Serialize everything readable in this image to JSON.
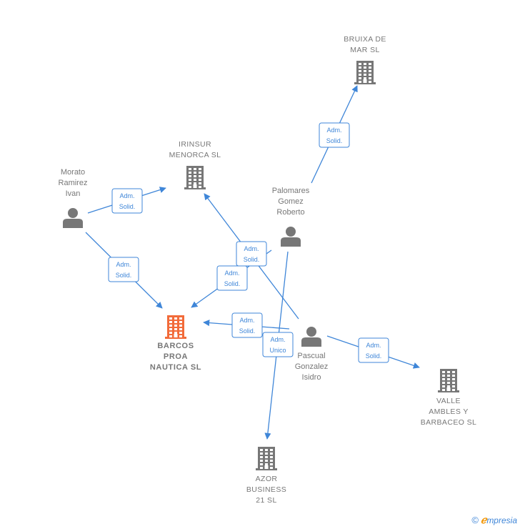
{
  "colors": {
    "edge": "#3f86d8",
    "node": "#777777",
    "focus": "#f26b3a"
  },
  "companies": [
    {
      "id": "barcos",
      "lines": [
        "BARCOS",
        "PROA",
        "NAUTICA  SL"
      ],
      "focus": true,
      "icon": "building-icon"
    },
    {
      "id": "irinsur",
      "lines": [
        "IRINSUR",
        "MENORCA  SL"
      ],
      "icon": "building-icon"
    },
    {
      "id": "bruixa",
      "lines": [
        "BRUIXA DE",
        "MAR  SL"
      ],
      "icon": "building-icon"
    },
    {
      "id": "valle",
      "lines": [
        "VALLE",
        "AMBLES Y",
        "BARBACEO SL"
      ],
      "icon": "building-icon"
    },
    {
      "id": "azor",
      "lines": [
        "AZOR",
        "BUSINESS",
        "21 SL"
      ],
      "icon": "building-icon"
    }
  ],
  "people": [
    {
      "id": "morato",
      "lines": [
        "Morato",
        "Ramirez",
        "Ivan"
      ],
      "icon": "person-icon"
    },
    {
      "id": "palomares",
      "lines": [
        "Palomares",
        "Gomez",
        "Roberto"
      ],
      "icon": "person-icon"
    },
    {
      "id": "pascual",
      "lines": [
        "Pascual",
        "Gonzalez",
        "Isidro"
      ],
      "icon": "person-icon"
    }
  ],
  "edges": [
    {
      "from": "morato",
      "to": "irinsur",
      "role": [
        "Adm.",
        "Solid."
      ]
    },
    {
      "from": "morato",
      "to": "barcos",
      "role": [
        "Adm.",
        "Solid."
      ]
    },
    {
      "from": "palomares",
      "to": "bruixa",
      "role": [
        "Adm.",
        "Solid."
      ]
    },
    {
      "from": "palomares",
      "to": "barcos",
      "role": [
        "Adm.",
        "Solid."
      ]
    },
    {
      "from": "pascual",
      "to": "irinsur",
      "role": [
        "Adm.",
        "Solid."
      ]
    },
    {
      "from": "pascual",
      "to": "barcos",
      "role": [
        "Adm.",
        "Solid."
      ]
    },
    {
      "from": "pascual",
      "to": "valle",
      "role": [
        "Adm.",
        "Solid."
      ]
    },
    {
      "from": "palomares",
      "to": "azor",
      "role": [
        "Adm.",
        "Unico"
      ]
    }
  ],
  "footer": {
    "copyright": "©",
    "brand_first": "ℯ",
    "brand_rest": "mpresia"
  }
}
